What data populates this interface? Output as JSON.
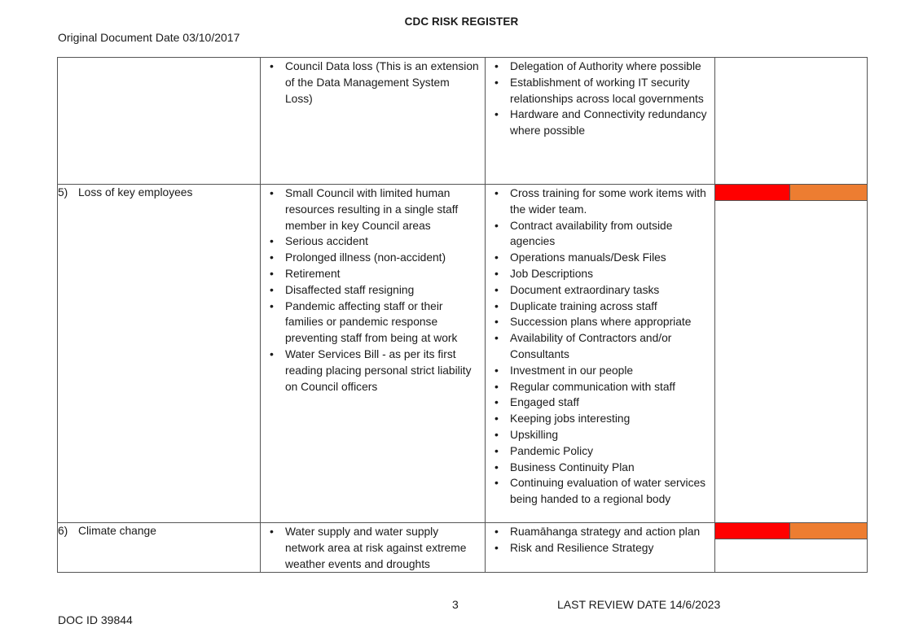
{
  "header": {
    "title": "CDC RISK REGISTER",
    "original_date": "Original Document Date 03/10/2017"
  },
  "rows": [
    {
      "number": "",
      "risk": "",
      "causes": [
        "Council Data loss (This is an extension of the Data Management System Loss)"
      ],
      "controls": [
        "Delegation of Authority where possible",
        "Establishment of working IT security relationships across local governments",
        "Hardware and Connectivity redundancy where possible"
      ],
      "rating": null
    },
    {
      "number": "5)",
      "risk": "Loss of key employees",
      "causes": [
        "Small Council with limited human resources resulting in a single staff member in key Council areas",
        "Serious accident",
        "Prolonged illness (non-accident)",
        "Retirement",
        "Disaffected staff resigning",
        "Pandemic affecting staff or their families or pandemic response preventing staff from being at work",
        "Water Services Bill - as per its first reading placing personal strict liability on Council officers"
      ],
      "controls": [
        "Cross training for some work items with the wider team.",
        "Contract availability from outside agencies",
        "Operations manuals/Desk Files",
        "Job Descriptions",
        "Document extraordinary tasks",
        "Duplicate training across staff",
        "Succession plans where appropriate",
        "Availability of Contractors and/or Consultants",
        "Investment in our people",
        "Regular communication with staff",
        "Engaged staff",
        "Keeping jobs interesting",
        "Upskilling",
        "Pandemic Policy",
        "Business Continuity Plan",
        "Continuing evaluation of water services being handed to a regional body"
      ],
      "rating": {
        "color_a": "#ff0000",
        "color_b": "#ed7d31"
      }
    },
    {
      "number": "6)",
      "risk": "Climate change",
      "causes": [
        "Water supply and water supply network area at risk against extreme weather events and droughts"
      ],
      "controls": [
        "Ruamāhanga strategy and action plan",
        "Risk and Resilience Strategy"
      ],
      "rating": {
        "color_a": "#ff0000",
        "color_b": "#ed7d31"
      }
    }
  ],
  "footer": {
    "page_number": "3",
    "last_review": "LAST REVIEW DATE 14/6/2023",
    "doc_id": "DOC ID 39844"
  }
}
